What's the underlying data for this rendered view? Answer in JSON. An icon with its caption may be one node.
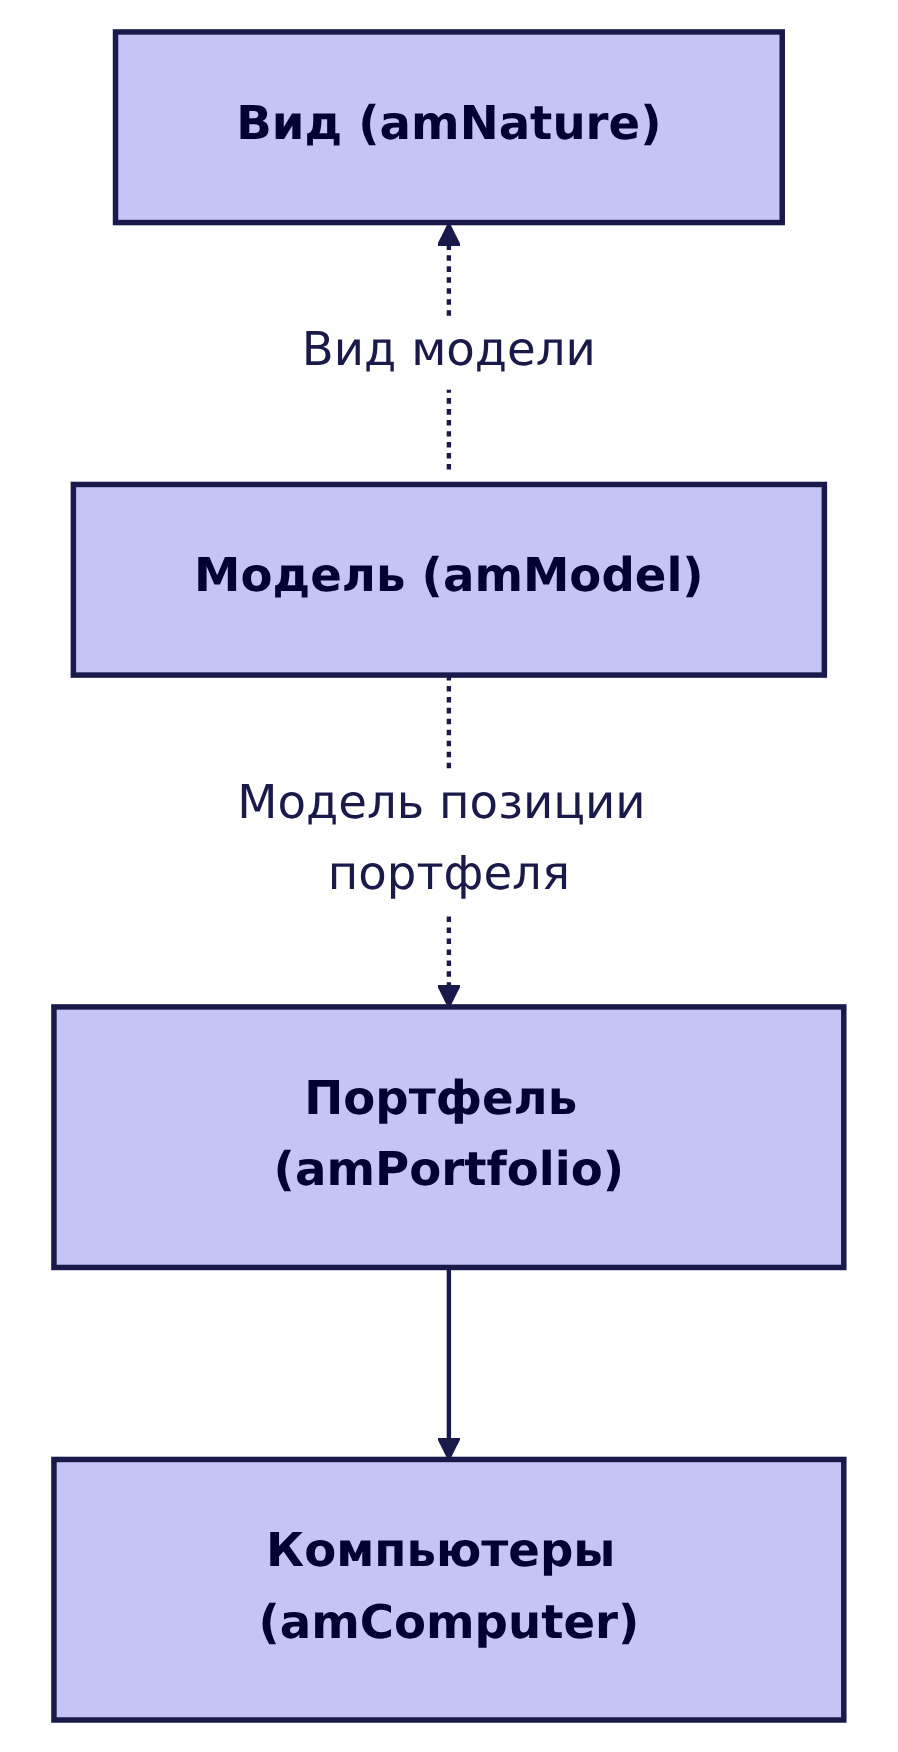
{
  "diagram": {
    "nodes": [
      {
        "text": [
          "Вид (amNature)"
        ]
      },
      {
        "text": [
          "Модель (amModel)"
        ]
      },
      {
        "text": [
          "Портфель (amPortfolio)"
        ]
      },
      {
        "text": [
          "Компьютеры (amComputer)"
        ]
      }
    ],
    "edges": [
      {
        "from": 1,
        "to": 0,
        "arrow": "to",
        "label": "Вид модели",
        "style": "dashed"
      },
      {
        "from": 1,
        "to": 2,
        "arrow": "to",
        "label": "Модель позиции портфеля",
        "style": "dashed"
      },
      {
        "from": 2,
        "to": 3,
        "arrow": "to"
      }
    ]
  }
}
